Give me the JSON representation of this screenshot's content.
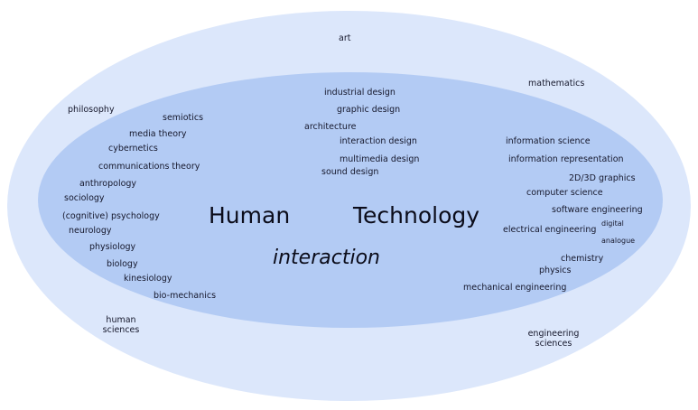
{
  "outer_label": "art",
  "central": {
    "human": "Human",
    "technology": "Technology",
    "interaction": "interaction"
  },
  "top_center": [
    "industrial design",
    "graphic design",
    "architecture",
    "interaction design",
    "multimedia design",
    "sound design"
  ],
  "left_outer": [
    "philosophy"
  ],
  "left_inner": [
    "semiotics",
    "media theory",
    "cybernetics",
    "communications theory",
    "anthropology",
    "sociology",
    "(cognitive) psychology",
    "neurology",
    "physiology",
    "biology",
    "kinesiology",
    "bio-mechanics"
  ],
  "right_outer": [
    "mathematics"
  ],
  "right_inner": [
    "information science",
    "information representation",
    "2D/3D graphics",
    "computer science",
    "software engineering",
    "digital",
    "electrical engineering",
    "analogue",
    "chemistry",
    "physics",
    "mechanical engineering"
  ],
  "bottom_left": {
    "line1": "human",
    "line2": "sciences"
  },
  "bottom_right": {
    "line1": "engineering",
    "line2": "sciences"
  }
}
